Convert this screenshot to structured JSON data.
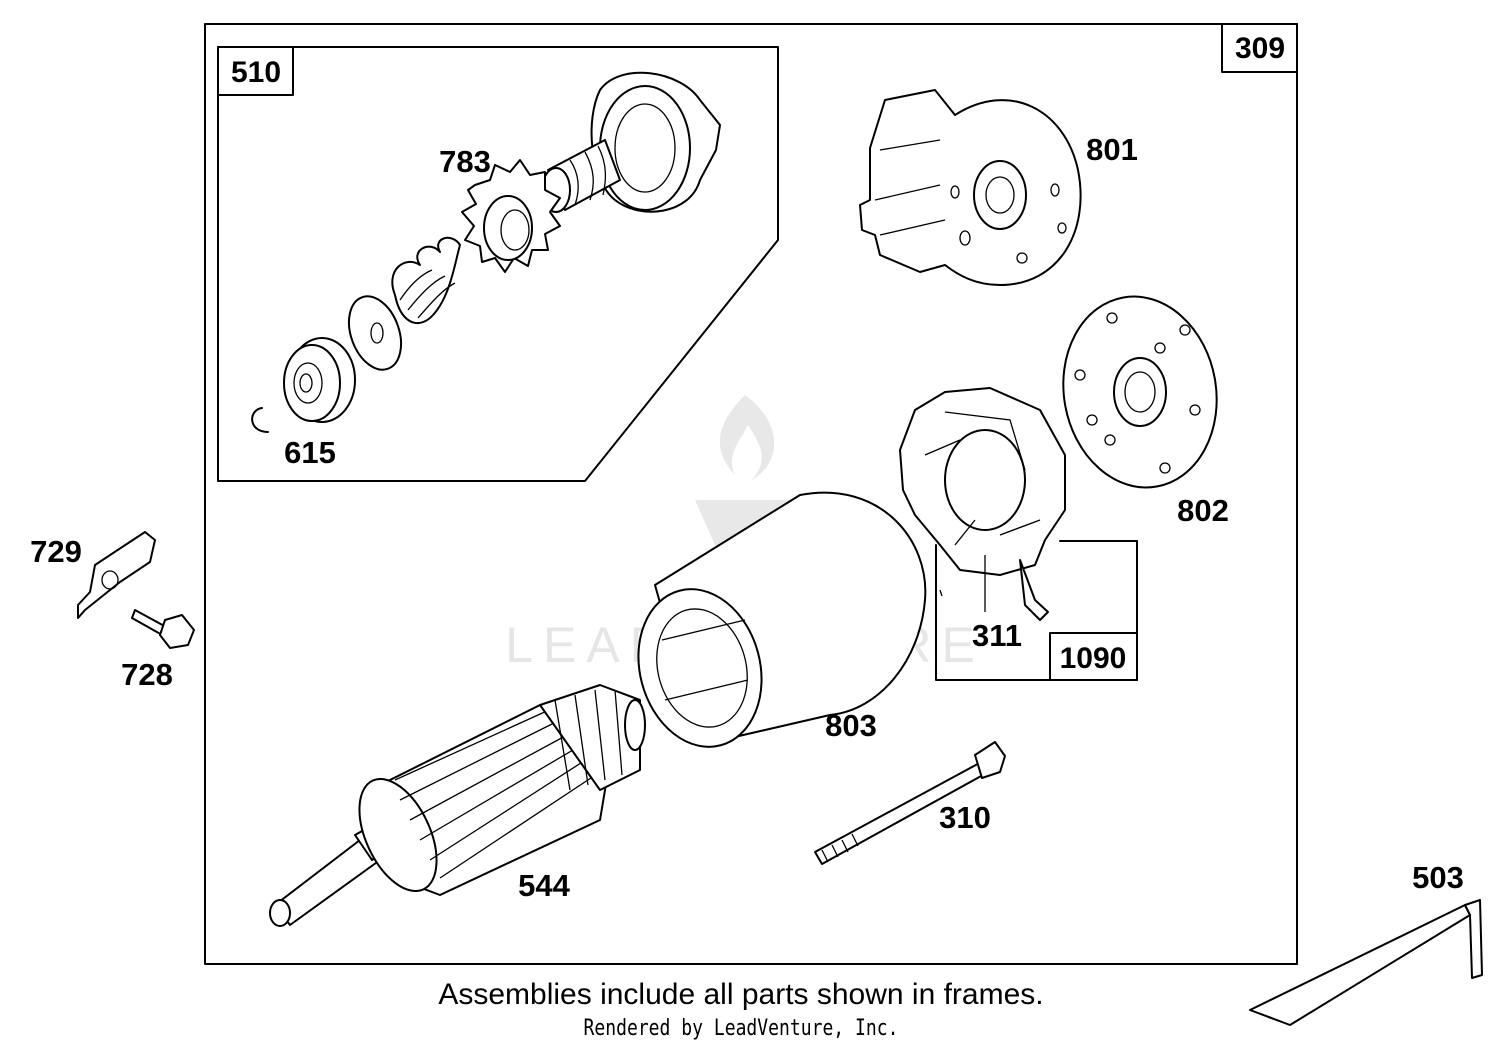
{
  "frames": {
    "outer": "309",
    "drive": "510",
    "brush": "1090"
  },
  "parts": {
    "p310": "310",
    "p311": "311",
    "p503": "503",
    "p544": "544",
    "p615": "615",
    "p728": "728",
    "p729": "729",
    "p783": "783",
    "p801": "801",
    "p802": "802",
    "p803": "803"
  },
  "watermark": "LEADVENTURE",
  "caption": "Assemblies include all parts shown in frames.",
  "credit": "Rendered by LeadVenture, Inc.",
  "colors": {
    "line": "#000000",
    "background": "#ffffff",
    "watermark": "#e6e6e6"
  }
}
